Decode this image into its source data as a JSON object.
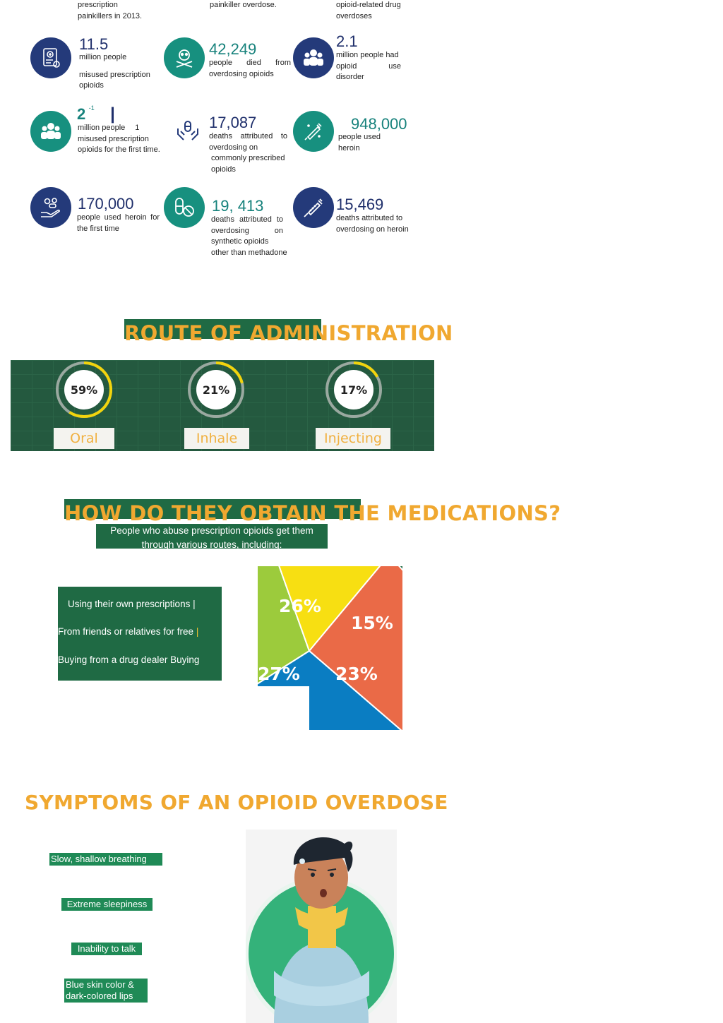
{
  "top_fragments": {
    "col1": [
      "prescription",
      "painkillers in 2013."
    ],
    "col2": [
      "painkiller overdose."
    ],
    "col3": [
      "opioid-related drug",
      "overdoses"
    ]
  },
  "stats": [
    {
      "value": "11.5",
      "lines": [
        "million people",
        "",
        "misused prescription",
        "opioids"
      ],
      "icon": "prescription-icon"
    },
    {
      "value": "42,249",
      "lines": [
        "people died from",
        "overdosing opioids"
      ],
      "icon": "skull-crossbones-icon"
    },
    {
      "value": "2.1",
      "lines": [
        "million people had",
        "opioid use",
        "disorder"
      ],
      "icon": "people-group-icon"
    },
    {
      "value": "2",
      "value_sup": "-1",
      "bar": "|",
      "lines": [
        "million people",
        "misused prescription",
        "opioids for the first time."
      ],
      "extra": "1",
      "icon": "people-icon"
    },
    {
      "value": "17,087",
      "lines": [
        "deaths attributed to",
        "overdosing on",
        "commonly prescribed",
        "opioids"
      ],
      "icon": "hands-pills-icon"
    },
    {
      "value": "948,000",
      "lines": [
        "people used",
        "heroin"
      ],
      "icon": "syringe-icon"
    },
    {
      "value": "170,000",
      "lines": [
        "people used heroin for",
        "the first time"
      ],
      "icon": "hand-pills-icon"
    },
    {
      "value": "19, 413",
      "lines": [
        "deaths attributed to",
        "overdosing on",
        "synthetic opioids",
        "other than methadone"
      ],
      "icon": "capsule-pill-icon"
    },
    {
      "value": "15,469",
      "lines": [
        "deaths attributed to",
        "overdosing on heroin"
      ],
      "icon": "injection-icon"
    }
  ],
  "route": {
    "title": "ROUTE OF ADMINISTRATION",
    "items": [
      {
        "percent": "59%",
        "fraction": 0.59,
        "label": "Oral"
      },
      {
        "percent": "21%",
        "fraction": 0.21,
        "label": "Inhale"
      },
      {
        "percent": "17%",
        "fraction": 0.17,
        "label": "Injecting"
      }
    ]
  },
  "obtain": {
    "title": "HOW DO THEY OBTAIN THE MEDICATIONS?",
    "intro": [
      "People who abuse prescription opioids get them",
      "through various routes, including:"
    ],
    "list": [
      "Using their own prescriptions |",
      "From friends or relatives for free",
      "Buying from a drug dealer Buying"
    ],
    "list_bar": "|"
  },
  "chart_data": {
    "type": "pie",
    "values": [
      26,
      15,
      23,
      27
    ],
    "labels": [
      "26%",
      "15%",
      "23%",
      "27%"
    ],
    "colors": [
      "#9ccb3c",
      "#f7df12",
      "#ea6a47",
      "#0a7dc2"
    ]
  },
  "symptoms": {
    "title": "SYMPTOMS OF AN OPIOID OVERDOSE",
    "items": [
      "Slow, shallow breathing",
      "Extreme sleepiness",
      "Inability to talk",
      "Blue skin color &",
      "dark-colored lips"
    ]
  }
}
